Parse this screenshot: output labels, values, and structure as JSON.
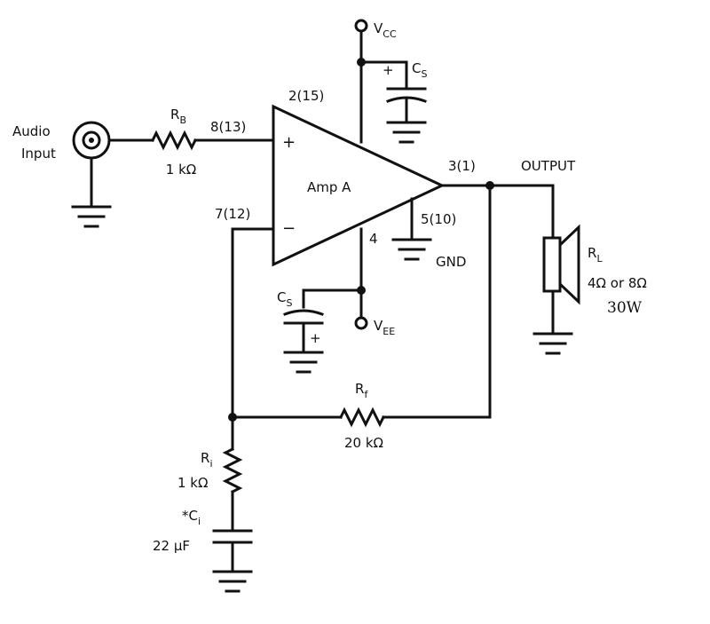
{
  "schematic": {
    "amp_label": "Amp A",
    "input_label_line1": "Audio",
    "input_label_line2": "Input",
    "output_label": "OUTPUT",
    "gnd_label": "GND",
    "plus_sign": "+",
    "minus_sign": "−",
    "pins": {
      "supply_pos": "2(15)",
      "noninv_input": "8(13)",
      "inv_input": "7(12)",
      "output": "3(1)",
      "gnd": "5(10)",
      "supply_neg": "4"
    },
    "vcc": {
      "main": "V",
      "sub": "CC"
    },
    "vee": {
      "main": "V",
      "sub": "EE"
    },
    "cs_top": {
      "main": "C",
      "sub": "S"
    },
    "cs_bottom": {
      "main": "C",
      "sub": "S"
    },
    "rb": {
      "main": "R",
      "sub": "B",
      "value": "1 kΩ"
    },
    "rf": {
      "main": "R",
      "sub": "f",
      "value": "20 kΩ"
    },
    "ri": {
      "main": "R",
      "sub": "i",
      "value": "1 kΩ"
    },
    "ci": {
      "main": "*C",
      "sub": "i",
      "value": "22 μF"
    },
    "rl": {
      "main": "R",
      "sub": "L",
      "value": "4Ω or 8Ω",
      "power": "30W"
    },
    "cap_polarity": "+"
  }
}
